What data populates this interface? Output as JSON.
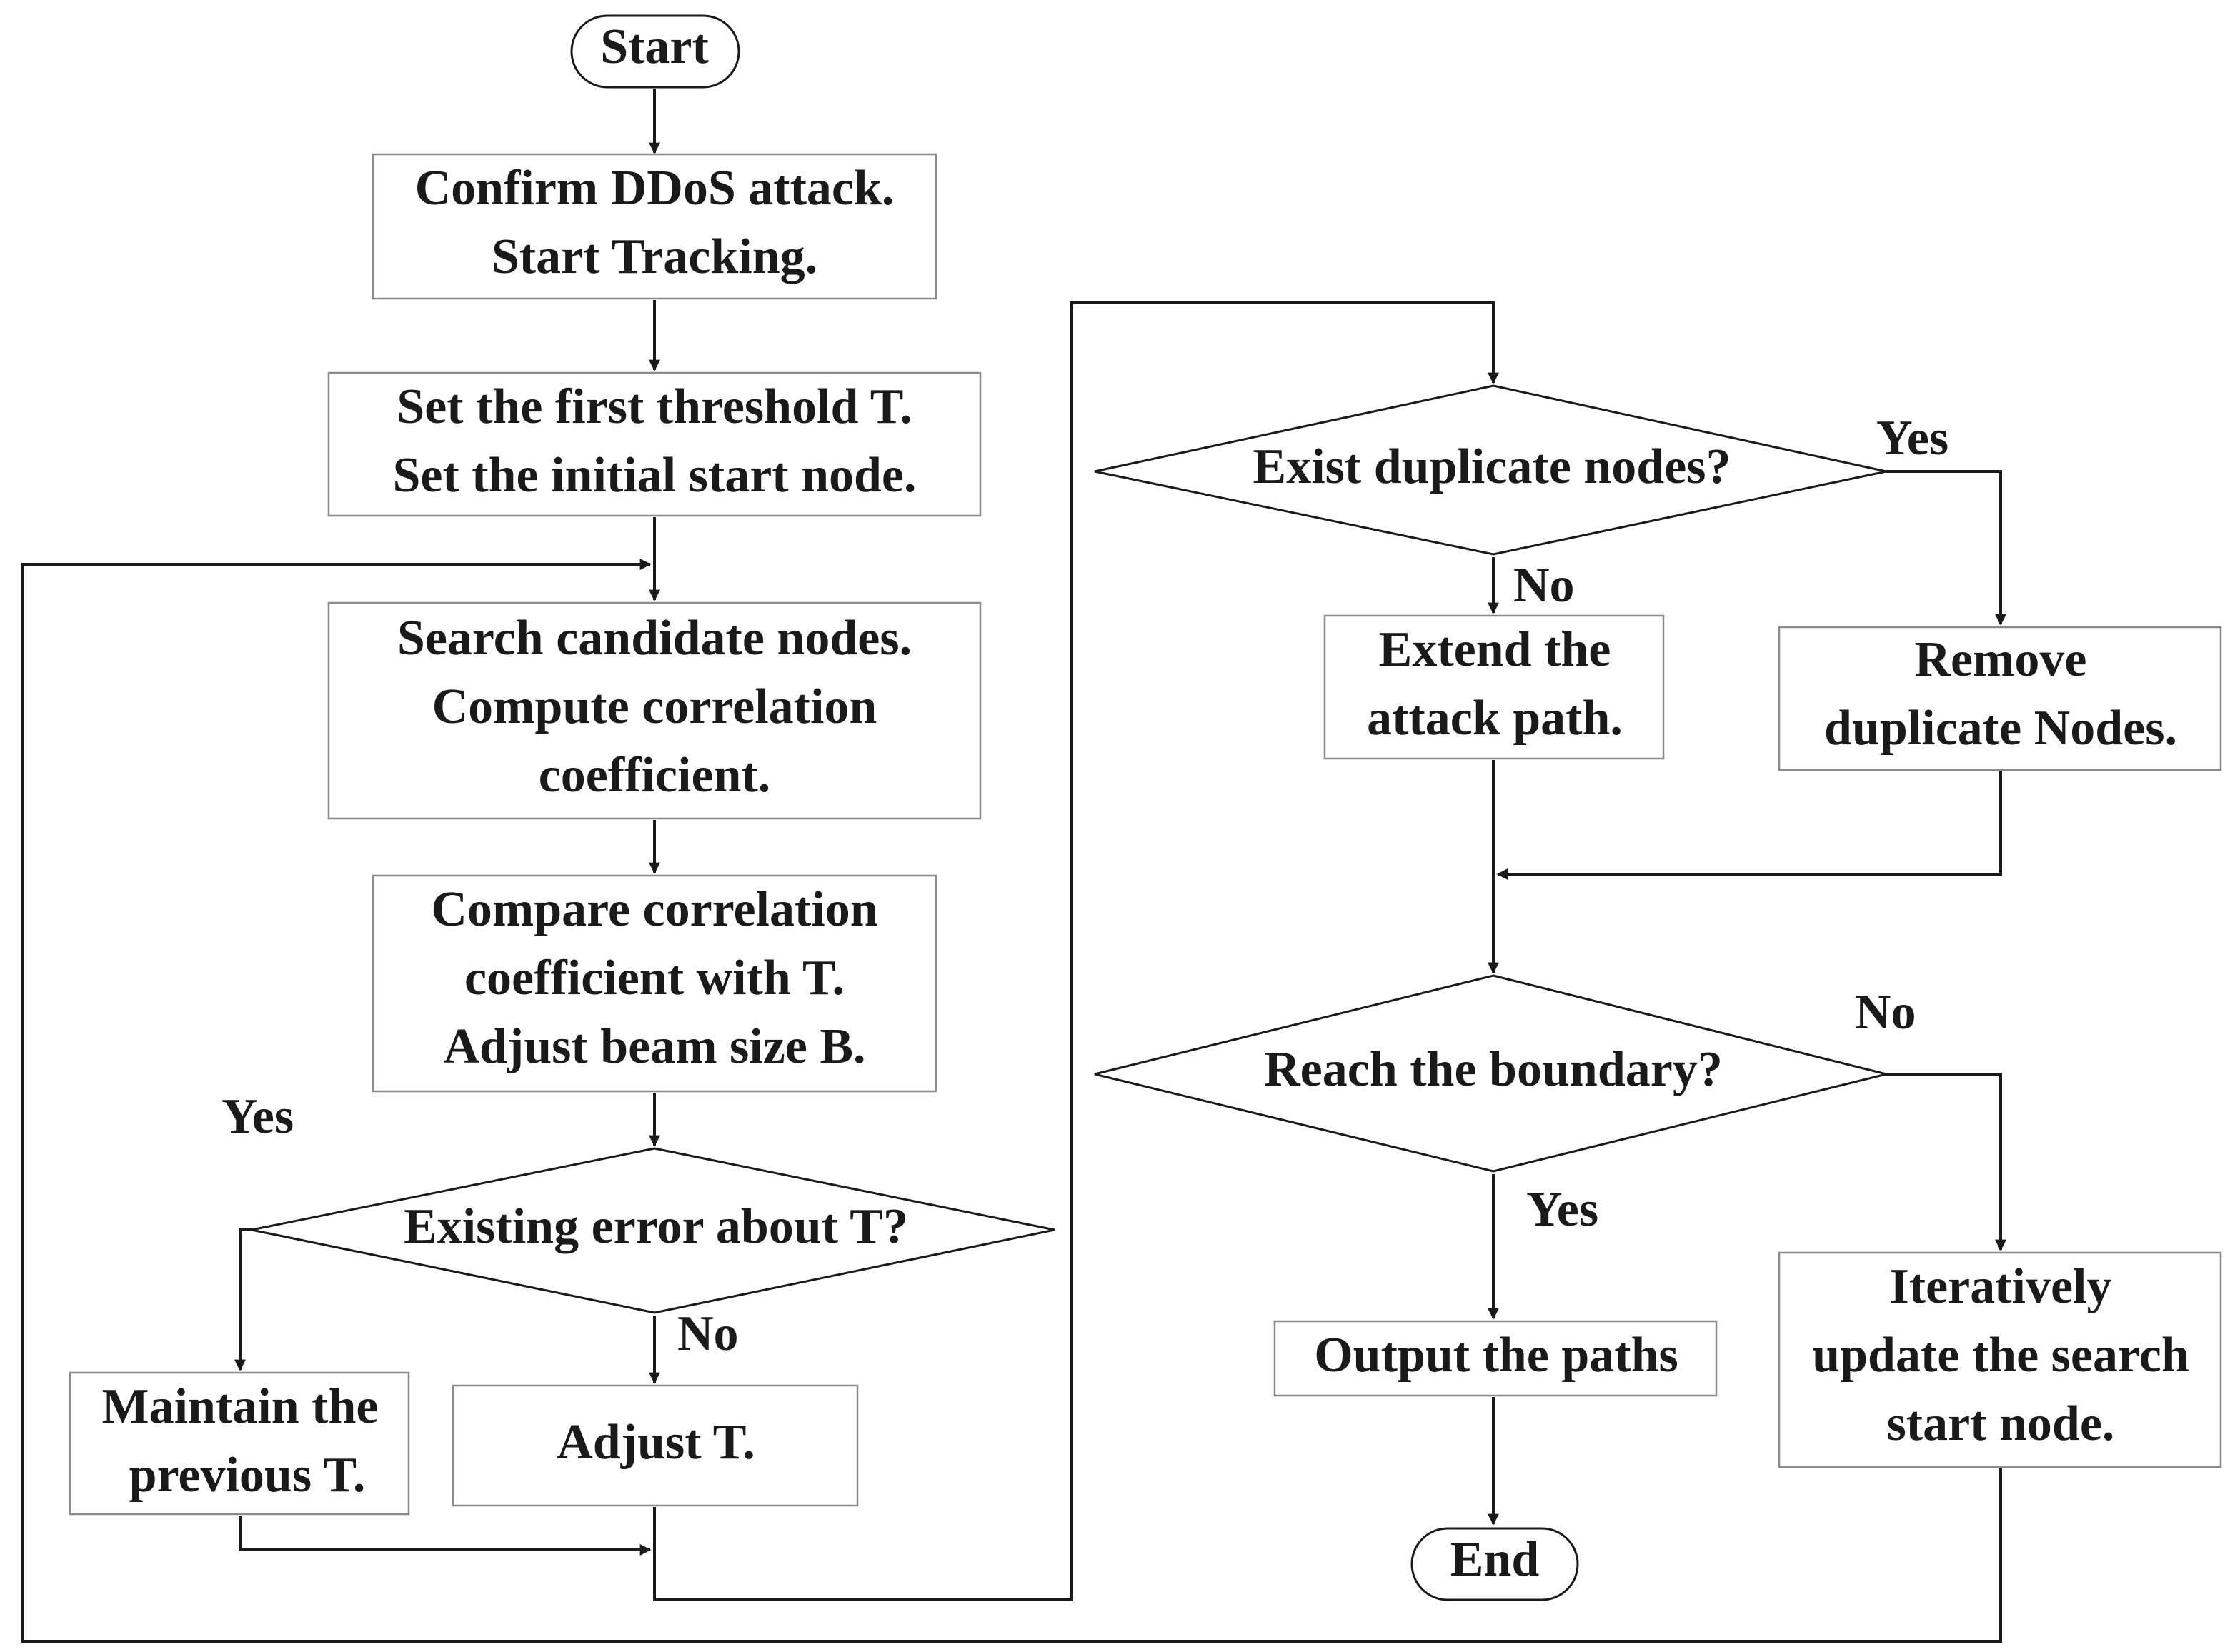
{
  "nodes": {
    "start": "Start",
    "confirm": [
      "Confirm DDoS attack.",
      "Start Tracking."
    ],
    "set_threshold": [
      "Set the first threshold T.",
      "Set the initial start node."
    ],
    "search": [
      "Search candidate nodes.",
      "Compute correlation",
      "coefficient."
    ],
    "compare": [
      "Compare correlation",
      "coefficient with T.",
      "Adjust beam size B."
    ],
    "existing_error": "Existing error about T?",
    "maintain": [
      "Maintain the",
      "previous T."
    ],
    "adjust_t": "Adjust T.",
    "exist_duplicate": "Exist duplicate nodes?",
    "extend": [
      "Extend the",
      "attack path."
    ],
    "remove": [
      "Remove",
      "duplicate Nodes."
    ],
    "reach_boundary": "Reach the boundary?",
    "output": "Output the paths",
    "iterative": [
      "Iteratively",
      "update the search",
      "start node."
    ],
    "end": "End"
  },
  "branch_labels": {
    "error_yes": "Yes",
    "error_no": "No",
    "duplicate_yes": "Yes",
    "duplicate_no": "No",
    "boundary_no": "No",
    "boundary_yes": "Yes"
  },
  "colors": {
    "line": "#1a1a1a",
    "box_border": "#8a8a8a",
    "background": "#ffffff"
  }
}
